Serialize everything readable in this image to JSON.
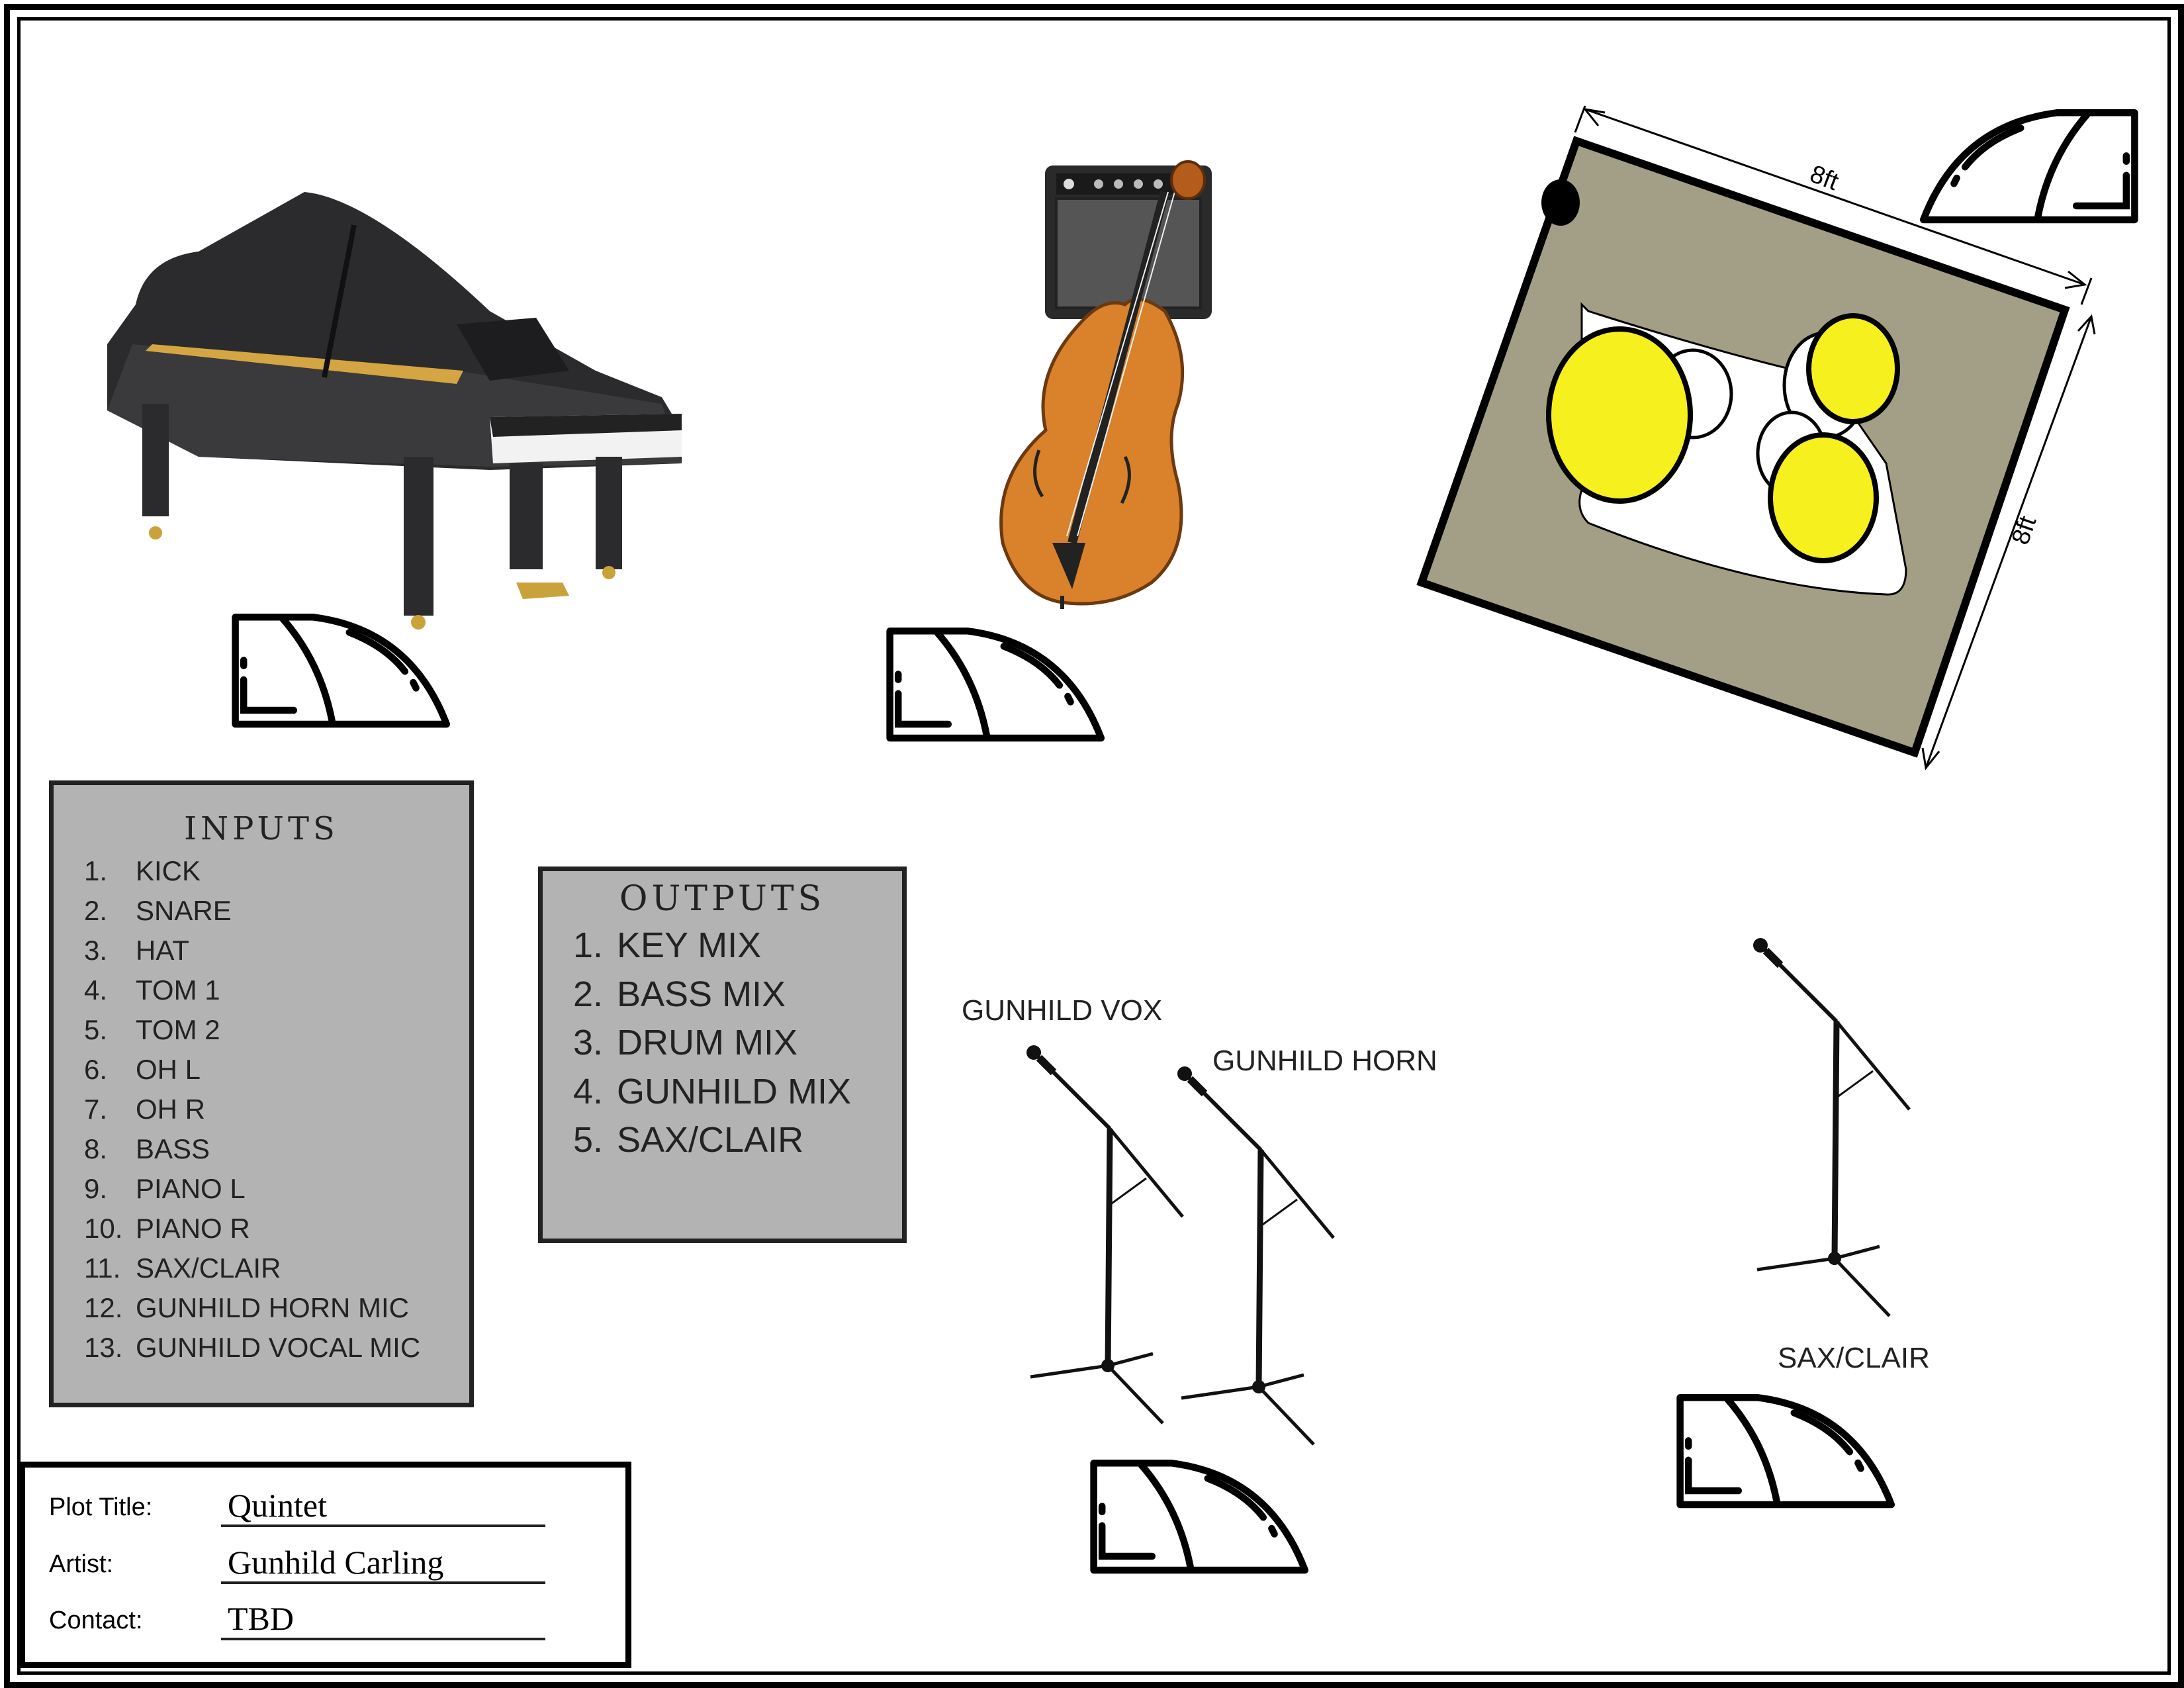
{
  "inputs": {
    "title": "INPUTS",
    "items": [
      {
        "num": "1.",
        "label": "KICK"
      },
      {
        "num": "2.",
        "label": "SNARE"
      },
      {
        "num": "3.",
        "label": "HAT"
      },
      {
        "num": "4.",
        "label": "TOM 1"
      },
      {
        "num": "5.",
        "label": "TOM 2"
      },
      {
        "num": "6.",
        "label": "OH L"
      },
      {
        "num": "7.",
        "label": "OH R"
      },
      {
        "num": "8.",
        "label": "BASS"
      },
      {
        "num": "9.",
        "label": "PIANO L"
      },
      {
        "num": "10.",
        "label": "PIANO R"
      },
      {
        "num": "11.",
        "label": "SAX/CLAIR"
      },
      {
        "num": "12.",
        "label": "GUNHILD HORN MIC"
      },
      {
        "num": "13.",
        "label": "GUNHILD VOCAL MIC"
      }
    ]
  },
  "outputs": {
    "title": "OUTPUTS",
    "items": [
      {
        "num": "1.",
        "label": "KEY MIX"
      },
      {
        "num": "2.",
        "label": "BASS MIX"
      },
      {
        "num": "3.",
        "label": "DRUM MIX"
      },
      {
        "num": "4.",
        "label": "GUNHILD MIX"
      },
      {
        "num": "5.",
        "label": "SAX/CLAIR"
      }
    ]
  },
  "stage": {
    "mic_labels": {
      "vox": "GUNHILD VOX",
      "horn": "GUNHILD HORN",
      "sax": "SAX/CLAIR"
    },
    "riser_width": "8ft",
    "riser_depth": "8ft"
  },
  "title_block": {
    "plot_title_label": "Plot Title:",
    "plot_title": "Quintet",
    "artist_label": "Artist:",
    "artist": "Gunhild Carling",
    "contact_label": "Contact:",
    "contact": "TBD"
  },
  "colors": {
    "riser": "#a39e86",
    "cymbal": "#f5f01e",
    "box": "#b3b3b3",
    "bass_body": "#d9822b"
  }
}
